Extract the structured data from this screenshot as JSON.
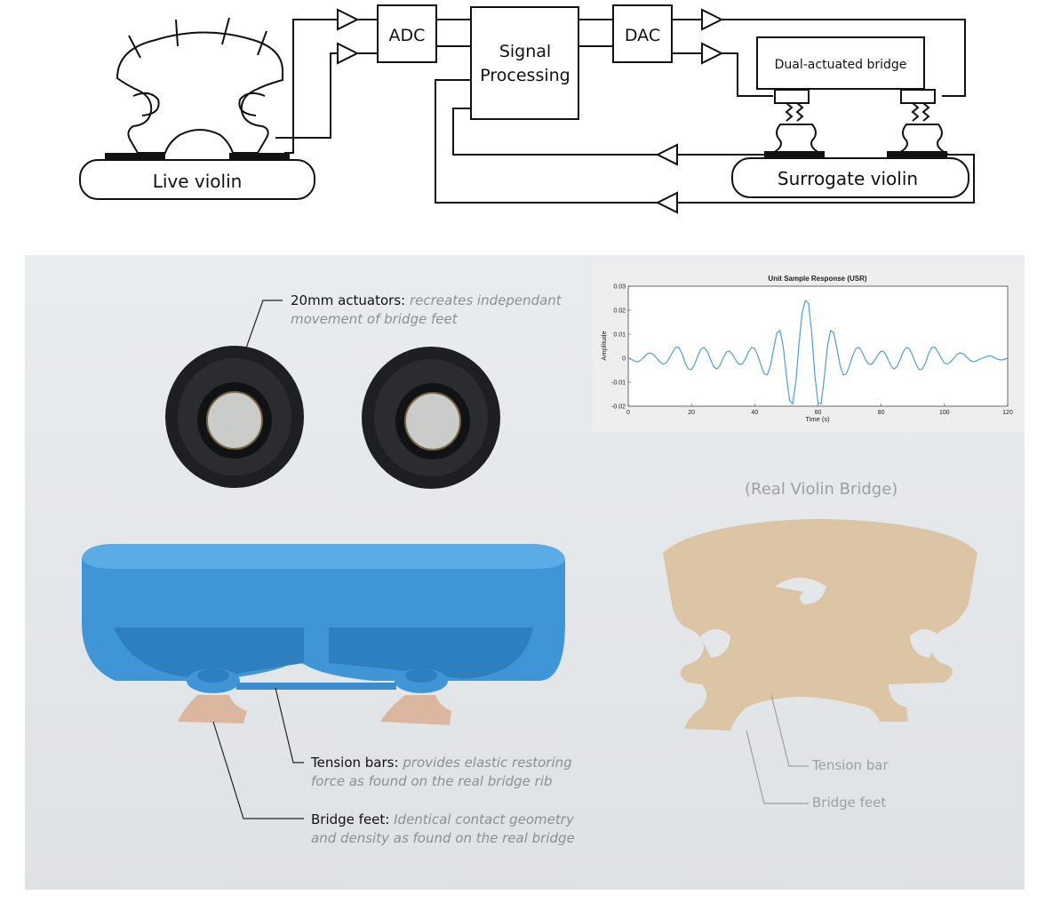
{
  "diagram": {
    "live_violin": "Live violin",
    "surrogate_violin": "Surrogate violin",
    "adc": "ADC",
    "dac": "DAC",
    "signal_processing": [
      "Signal",
      "Processing"
    ],
    "dual_bridge": "Dual-actuated bridge"
  },
  "photo": {
    "actuators_bold": "20mm actuators:",
    "actuators_desc_1": "recreates independant",
    "actuators_desc_2": "movement of bridge feet",
    "real_bridge": "(Real Violin Bridge)",
    "tension_bars_bold": "Tension bars:",
    "tension_bars_desc_1": "provides elastic restoring",
    "tension_bars_desc_2": "force as found on the real bridge rib",
    "bridge_feet_bold": "Bridge feet:",
    "bridge_feet_desc_1": "Identical contact geometry",
    "bridge_feet_desc_2": "and density as found on the real bridge",
    "tension_bar": "Tension bar",
    "bridge_feet": "Bridge feet"
  },
  "chart_data": {
    "type": "line",
    "title": "Unit Sample Response (USR)",
    "xlabel": "Time (s)",
    "ylabel": "Amplitude",
    "xlim": [
      0,
      120
    ],
    "ylim": [
      -0.02,
      0.03
    ],
    "xticks": [
      0,
      20,
      40,
      60,
      80,
      100,
      120
    ],
    "yticks": [
      -0.02,
      -0.01,
      0,
      0.01,
      0.02,
      0.03
    ],
    "ytick_labels": [
      "-0.02",
      "-0.01",
      "0",
      "0.01",
      "0.02",
      "0.03"
    ],
    "grid": false,
    "color": "#4a9fd8",
    "series": [
      {
        "x": [
          0,
          1,
          2,
          3,
          4,
          5,
          6,
          7,
          8,
          9,
          10,
          11,
          12,
          13,
          14,
          15,
          16,
          17,
          18,
          19,
          20,
          21,
          22,
          23,
          24,
          25,
          26,
          27,
          28,
          29,
          30,
          31,
          32,
          33,
          34,
          35,
          36,
          37,
          38,
          39,
          40,
          41,
          42,
          43,
          44,
          45,
          46,
          47,
          48,
          49,
          50,
          51,
          52,
          53,
          54,
          55,
          56,
          57,
          58,
          59,
          60,
          61,
          62,
          63,
          64,
          65,
          66,
          67,
          68,
          69,
          70,
          71,
          72,
          73,
          74,
          75,
          76,
          77,
          78,
          79,
          80,
          81,
          82,
          83,
          84,
          85,
          86,
          87,
          88,
          89,
          90,
          91,
          92,
          93,
          94,
          95,
          96,
          97,
          98,
          99,
          100,
          101,
          102,
          103,
          104,
          105,
          106,
          107,
          108,
          109,
          110,
          111,
          112,
          113,
          114,
          115,
          116,
          117,
          118,
          119,
          120
        ],
        "values": [
          0.0,
          -0.0005,
          -0.0012,
          -0.0015,
          -0.0008,
          0.0005,
          0.0018,
          0.0022,
          0.0015,
          0.0,
          -0.0015,
          -0.0025,
          -0.002,
          0.0,
          0.0025,
          0.0045,
          0.0045,
          0.002,
          -0.002,
          -0.0045,
          -0.0048,
          -0.0025,
          0.001,
          0.0038,
          0.0045,
          0.0028,
          -0.0005,
          -0.0035,
          -0.0045,
          -0.003,
          0.0,
          0.0025,
          0.003,
          0.0015,
          -0.0008,
          -0.0025,
          -0.0025,
          -0.0005,
          0.0025,
          0.0045,
          0.004,
          0.001,
          -0.003,
          -0.0065,
          -0.007,
          -0.003,
          0.004,
          0.0105,
          0.0115,
          0.005,
          -0.007,
          -0.0175,
          -0.019,
          -0.01,
          0.006,
          0.019,
          0.024,
          0.023,
          0.011,
          -0.007,
          -0.0185,
          -0.019,
          -0.008,
          0.005,
          0.0115,
          0.0105,
          0.004,
          -0.003,
          -0.007,
          -0.0065,
          -0.003,
          0.001,
          0.004,
          0.0045,
          0.0025,
          -0.0005,
          -0.0025,
          -0.0025,
          -0.0008,
          0.0015,
          0.003,
          0.0025,
          0.0,
          -0.003,
          -0.0045,
          -0.0035,
          -0.0005,
          0.0028,
          0.0045,
          0.0038,
          0.001,
          -0.0025,
          -0.0048,
          -0.0045,
          -0.002,
          0.002,
          0.0045,
          0.0045,
          0.0025,
          0.0,
          -0.002,
          -0.0025,
          -0.0015,
          0.0,
          0.0015,
          0.0022,
          0.0018,
          0.0005,
          -0.0008,
          -0.0015,
          -0.0012,
          -0.0005,
          0.0,
          0.0005,
          0.001,
          0.0008,
          0.0,
          -0.0005,
          -0.0008,
          -0.0004,
          0.0
        ]
      }
    ]
  }
}
